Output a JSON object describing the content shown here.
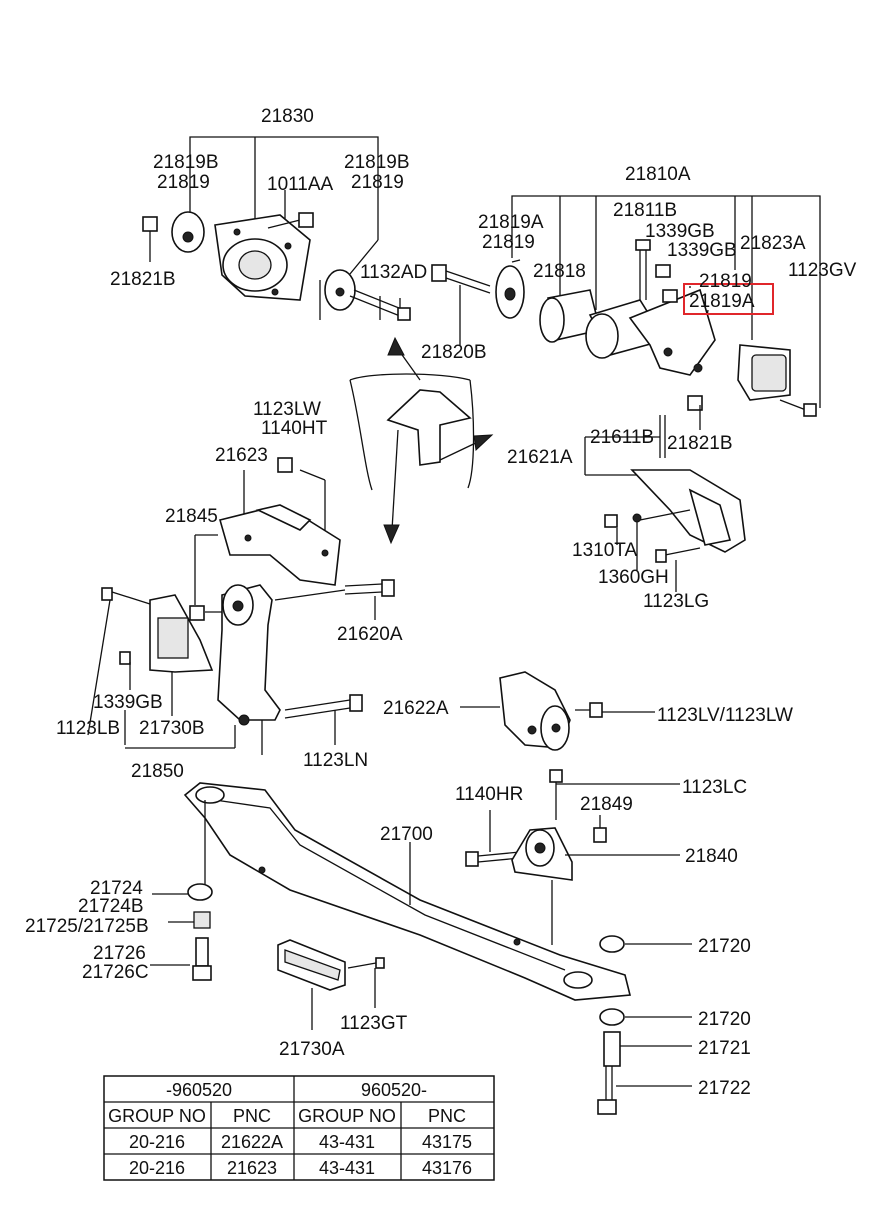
{
  "labels": {
    "l21830": "21830",
    "l21819b_l": "21819B",
    "l21819_l": "21819",
    "l1011aa": "1011AA",
    "l21819b_r": "21819B",
    "l21819_r": "21819",
    "l21821b_l": "21821B",
    "l1132ad": "1132AD",
    "l21820b": "21820B",
    "l21810a": "21810A",
    "l21819a_t": "21819A",
    "l21819_t": "21819",
    "l21811b": "21811B",
    "l1339gb_a": "1339GB",
    "l1339gb_b": "1339GB",
    "l21823a": "21823A",
    "l21818": "21818",
    "l21819_m": "21819",
    "l1123gv": "1123GV",
    "l21819a_hl": "21819A",
    "l21821b_r": "21821B",
    "l21611b": "21611B",
    "l21621a": "21621A",
    "l1310ta": "1310TA",
    "l1360gh": "1360GH",
    "l1123lg": "1123LG",
    "l1123lw": "1123LW",
    "l1140ht": "1140HT",
    "l21623": "21623",
    "l21845": "21845",
    "l21620a": "21620A",
    "l1339gb_c": "1339GB",
    "l1123lb": "1123LB",
    "l21730b": "21730B",
    "l21850": "21850",
    "l1123ln": "1123LN",
    "l21622a": "21622A",
    "l1123lvlw": "1123LV/1123LW",
    "l1123lc": "1123LC",
    "l1140hr": "1140HR",
    "l21849": "21849",
    "l21700": "21700",
    "l21840": "21840",
    "l21724": "21724",
    "l21724b": "21724B",
    "l21725": "21725/21725B",
    "l21726": "21726",
    "l21726c": "21726C",
    "l21720_a": "21720",
    "l21720_b": "21720",
    "l21721": "21721",
    "l21722": "21722",
    "l1123gt": "1123GT",
    "l21730a": "21730A"
  },
  "table": {
    "range_left": "-960520",
    "range_right": "960520-",
    "h_group_1": "GROUP  NO",
    "h_pnc_1": "PNC",
    "h_group_2": "GROUP  NO",
    "h_pnc_2": "PNC",
    "rows": [
      {
        "group1": "20-216",
        "pnc1": "21622A",
        "group2": "43-431",
        "pnc2": "43175"
      },
      {
        "group1": "20-216",
        "pnc1": "21623",
        "group2": "43-431",
        "pnc2": "43176"
      }
    ]
  },
  "highlight_color": "#e0262b"
}
